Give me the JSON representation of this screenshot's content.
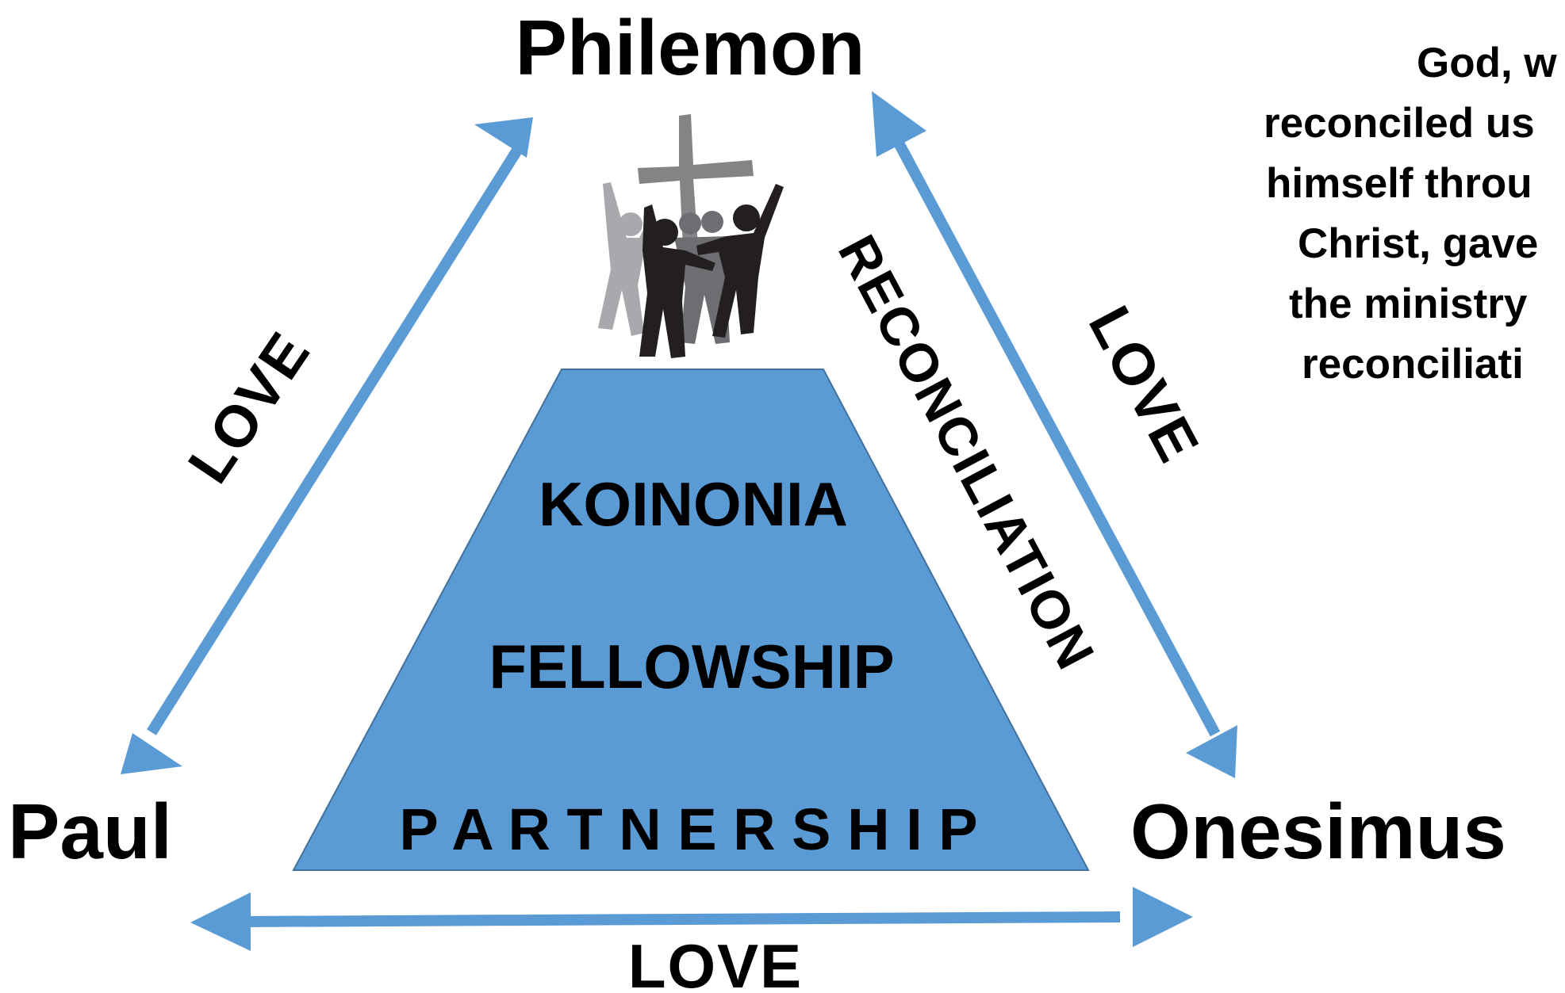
{
  "nodes": {
    "top": "Philemon",
    "left": "Paul",
    "right": "Onesimus"
  },
  "edges": {
    "left_side": "LOVE",
    "right_side": "LOVE",
    "bottom": "LOVE",
    "reconciliation": "RECONCILIATION"
  },
  "pyramid": {
    "levels": [
      "KOINONIA",
      "FELLOWSHIP",
      "P A R T N E R S H I P"
    ]
  },
  "quote": {
    "lines": [
      "God, w",
      "reconciled us",
      "himself throu",
      "Christ, gave",
      "the ministry",
      "reconciliati"
    ]
  },
  "icon": "cross-with-people-icon",
  "colors": {
    "arrow": "#5b9bd5",
    "pyramid_fill": "#5b9bd5",
    "pyramid_stroke": "#41719c",
    "text": "#000000",
    "icon_dark": "#231f20",
    "icon_mid": "#6d6e71",
    "icon_light": "#a7a9ac"
  }
}
